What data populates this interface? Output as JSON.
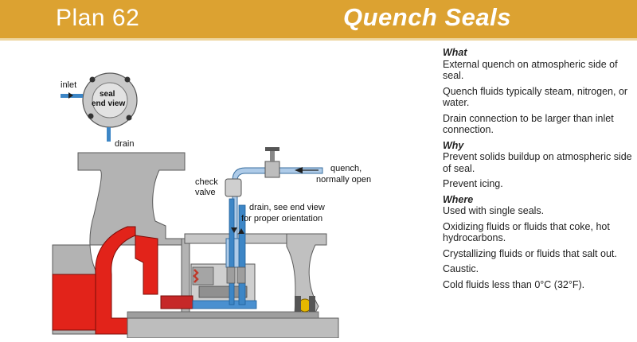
{
  "header": {
    "plan": "Plan 62",
    "title": "Quench Seals"
  },
  "diagram": {
    "labels": {
      "inlet": "inlet",
      "seal_end_view_1": "seal",
      "seal_end_view_2": "end view",
      "drain": "drain",
      "check_valve_1": "check",
      "check_valve_2": "valve",
      "quench_1": "quench,",
      "quench_2": "normally open",
      "drain_note_1": "drain, see end view",
      "drain_note_2": "for proper orientation"
    },
    "colors": {
      "quench_blue": "#3d86c6",
      "light_blue": "#aecbe8",
      "housing_gray": "#b3b3b3",
      "red": "#e2231a"
    }
  },
  "panel": {
    "sections": [
      {
        "heading": "What",
        "items": [
          "External quench on atmospheric side of seal.",
          "Quench fluids typically steam, nitrogen, or water.",
          "Drain connection to be larger than inlet connection."
        ]
      },
      {
        "heading": "Why",
        "items": [
          "Prevent solids buildup on atmospheric side of seal.",
          "Prevent icing."
        ]
      },
      {
        "heading": "Where",
        "items": [
          "Used with single seals.",
          "Oxidizing fluids or fluids that coke, hot hydrocarbons.",
          "Crystallizing fluids or fluids that salt out.",
          "Caustic.",
          "Cold fluids less than 0°C (32°F)."
        ]
      }
    ]
  }
}
